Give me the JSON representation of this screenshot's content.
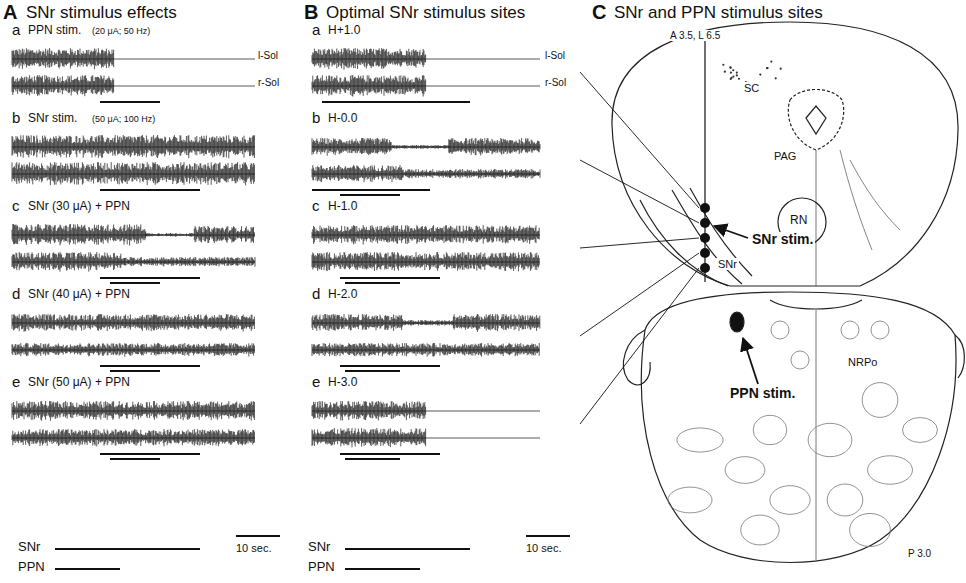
{
  "diagram": {
    "labels": [
      "A",
      "SNr stimulus effects",
      "a",
      "PPN stim.",
      "(20 μA; 50 Hz)",
      "l-Sol",
      "r-Sol",
      "b",
      "SNr stim.",
      "(50 μA; 100 Hz)",
      "c",
      "SNr (30 μA) + PPN",
      "d",
      "SNr (40 μA) + PPN",
      "e",
      "SNr (50 μA) + PPN",
      "SNr",
      "PPN",
      "10 sec.",
      "B",
      "Optimal SNr stimulus sites",
      "a",
      "H+1.0",
      "l-Sol",
      "r-Sol",
      "b",
      "H-0.0",
      "c",
      "H-1.0",
      "d",
      "H-2.0",
      "e",
      "H-3.0",
      "SNr",
      "PPN",
      "10 sec.",
      "C",
      "SNr and PPN stimulus sites",
      "A 3.5, L 6.5",
      "SC",
      "PAG",
      "SNr stim.",
      "RN",
      "SNr",
      "PPN stim.",
      "NRPo",
      "P 3.0"
    ]
  }
}
